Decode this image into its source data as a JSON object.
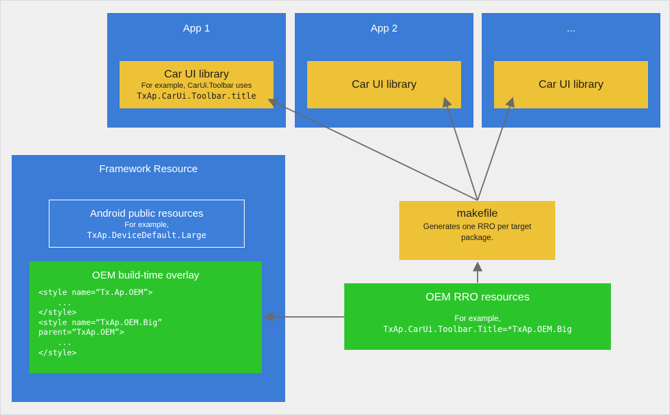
{
  "colors": {
    "blue": "#3a7cd6",
    "yellow": "#eec236",
    "green": "#2bc52b",
    "background": "#efefef",
    "arrow": "#6b6b6b"
  },
  "apps": [
    {
      "title": "App 1",
      "library": {
        "title": "Car UI library",
        "note": "For example, CarUi.Toolbar uses",
        "code": "TxAp.CarUi.Toolbar.title"
      }
    },
    {
      "title": "App 2",
      "library": {
        "title": "Car UI library"
      }
    },
    {
      "title": "...",
      "library": {
        "title": "Car UI library"
      }
    }
  ],
  "framework": {
    "title": "Framework Resource",
    "android_public": {
      "title": "Android public resources",
      "note": "For example,",
      "code": "TxAp.DeviceDefault.Large"
    },
    "oem_overlay": {
      "title": "OEM build-time overlay",
      "code": "<style name=“Tx.Ap.OEM”>\n    ...\n</style>\n<style name=“TxAp.OEM.Big”\nparent=“TxAp.OEM”>\n    ...\n</style>"
    }
  },
  "makefile": {
    "title": "makefile",
    "note": "Generates one RRO per target package."
  },
  "oem_rro": {
    "title": "OEM RRO resources",
    "note": "For example,",
    "code": "TxAp.CarUi.Toolbar.Title=*TxAp.OEM.Big"
  }
}
